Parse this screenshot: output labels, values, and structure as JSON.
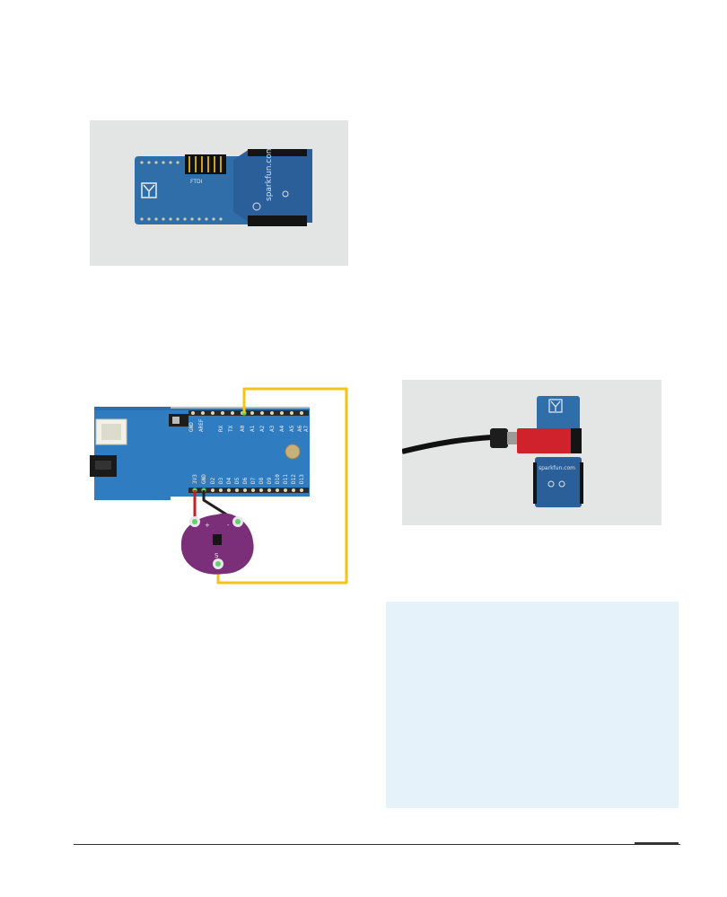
{
  "figures": {
    "photo1": {
      "board_text": [
        "sparkfun.com",
        "FTDI"
      ]
    },
    "diagram": {
      "pin_labels_top": [
        "GND",
        "AREF",
        "RX",
        "TX",
        "A0",
        "A1",
        "A2",
        "A3",
        "A4",
        "A5",
        "A6",
        "A7"
      ],
      "pin_labels_bottom": [
        "3V3",
        "GND",
        "D2",
        "D3",
        "D4",
        "D5",
        "D6",
        "D7",
        "D8",
        "D9",
        "D10",
        "D11",
        "D12",
        "D13"
      ],
      "sensor_labels": [
        "+",
        "-",
        "S"
      ]
    },
    "photo2": {
      "board_text": [
        "sparkfun.com"
      ]
    }
  },
  "colors": {
    "board_blue": "#2f6ea8",
    "board_dark": "#1f4f86",
    "wire_red": "#c0202a",
    "wire_black": "#202020",
    "wire_yellow": "#f3c21b",
    "sensor_purple": "#7a2f78",
    "note_bg": "#e6f2f9"
  }
}
